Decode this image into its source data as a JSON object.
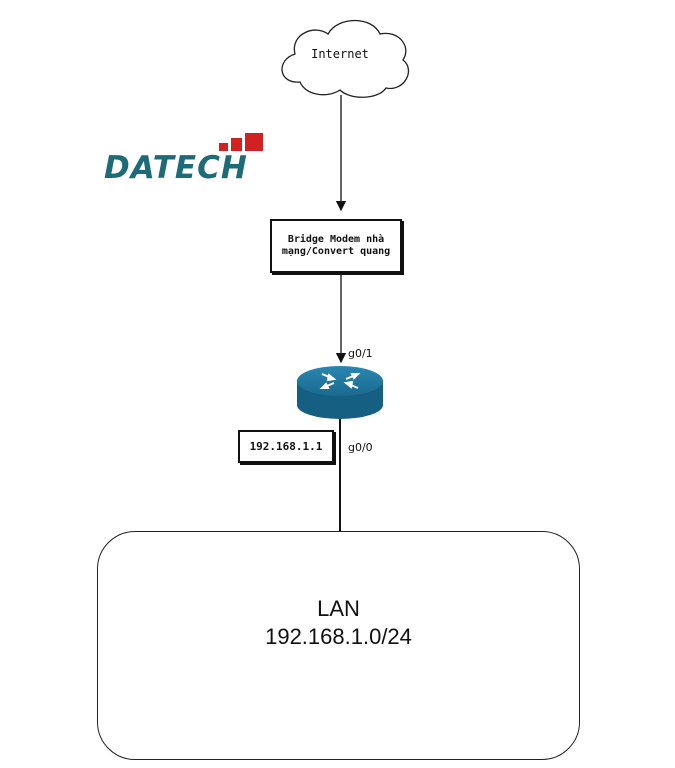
{
  "internet": {
    "label": "Internet"
  },
  "logo": {
    "text": "DATECH",
    "text_color": "#1d6b78",
    "accent_color": "#d32020"
  },
  "modem": {
    "label": "Bridge Modem nhà mạng/Convert quang"
  },
  "router": {
    "interface_top": "g0/1",
    "interface_bottom": "g0/0",
    "color": "#1f6f93"
  },
  "gateway": {
    "ip": "192.168.1.1"
  },
  "lan": {
    "title": "LAN",
    "subnet": "192.168.1.0/24"
  }
}
